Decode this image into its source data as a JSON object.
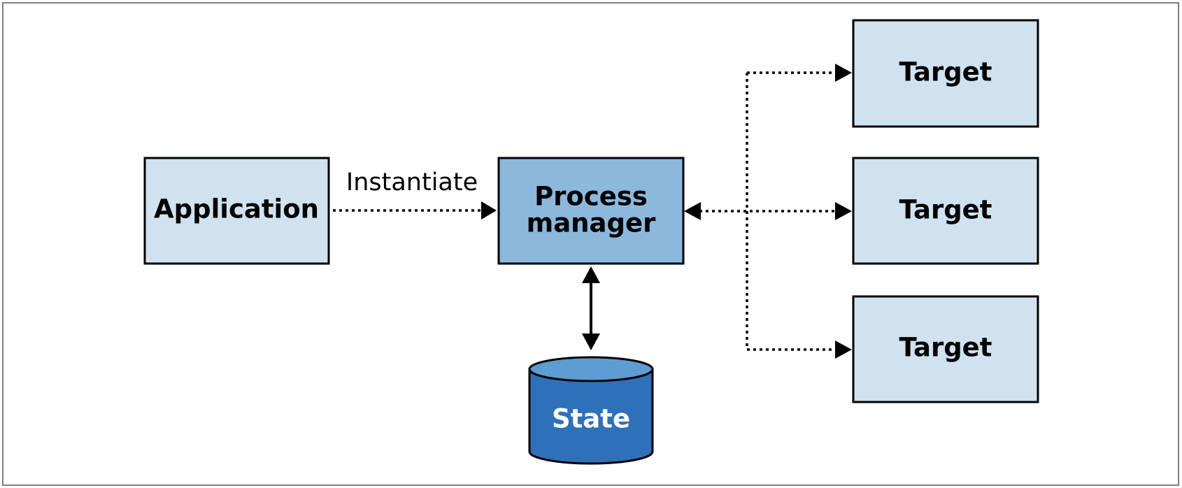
{
  "colors": {
    "light_box": "#d0e2f0",
    "process_box": "#8cb8dc",
    "cylinder_body": "#2e71b8",
    "cylinder_top": "#5c9cd1",
    "stroke": "#000000",
    "frame": "#555555"
  },
  "nodes": {
    "application": {
      "label": "Application"
    },
    "process_manager": {
      "line1": "Process",
      "line2": "manager"
    },
    "state": {
      "label": "State"
    },
    "targets": [
      {
        "label": "Target"
      },
      {
        "label": "Target"
      },
      {
        "label": "Target"
      }
    ]
  },
  "edges": {
    "instantiate": {
      "label": "Instantiate",
      "style": "dotted"
    },
    "to_targets": {
      "style": "dotted",
      "direction": "bidirectional"
    },
    "state_link": {
      "style": "solid",
      "direction": "bidirectional"
    }
  }
}
